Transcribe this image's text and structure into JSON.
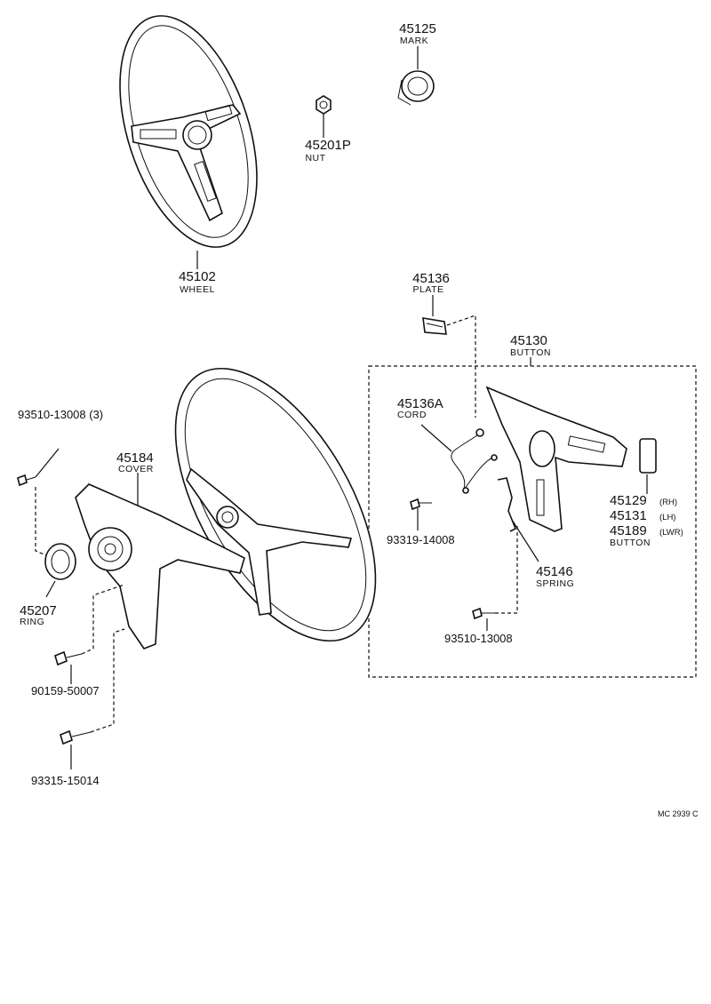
{
  "parts": {
    "mark": {
      "number": "45125",
      "name": "MARK"
    },
    "nut": {
      "number": "45201P",
      "name": "NUT"
    },
    "wheel": {
      "number": "45102",
      "name": "WHEEL"
    },
    "plate": {
      "number": "45136",
      "name": "PLATE"
    },
    "button_assy": {
      "number": "45130",
      "name": "BUTTON"
    },
    "cord": {
      "number": "45136A",
      "name": "CORD"
    },
    "screw_top": {
      "number": "93510-13008 (3)"
    },
    "cover": {
      "number": "45184",
      "name": "COVER"
    },
    "screw_mid": {
      "number": "93319-14008"
    },
    "button_rh": {
      "number": "45129",
      "suffix": "(RH)"
    },
    "button_lh": {
      "number": "45131",
      "suffix": "(LH)"
    },
    "button_lwr": {
      "number": "45189",
      "suffix": "(LWR)",
      "name": "BUTTON"
    },
    "spring": {
      "number": "45146",
      "name": "SPRING"
    },
    "ring": {
      "number": "45207",
      "name": "RING"
    },
    "screw_spring": {
      "number": "93510-13008"
    },
    "bolt_a": {
      "number": "90159-50007"
    },
    "bolt_b": {
      "number": "93315-15014"
    }
  },
  "footer": {
    "code": "MC 2939 C"
  }
}
